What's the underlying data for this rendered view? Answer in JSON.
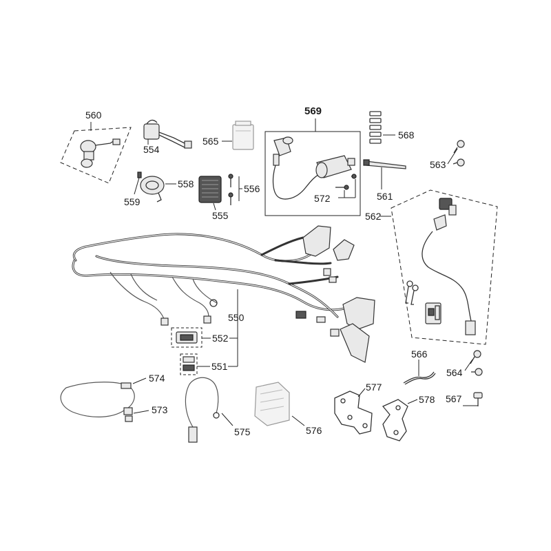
{
  "callouts": {
    "p550": "550",
    "p551": "551",
    "p552": "552",
    "p554": "554",
    "p555": "555",
    "p556": "556",
    "p558": "558",
    "p559": "559",
    "p560": "560",
    "p561": "561",
    "p562": "562",
    "p563": "563",
    "p564": "564",
    "p565": "565",
    "p566": "566",
    "p567": "567",
    "p568": "568",
    "p569": "569",
    "p572": "572",
    "p573": "573",
    "p574": "574",
    "p575": "575",
    "p576": "576",
    "p577": "577",
    "p578": "578"
  }
}
